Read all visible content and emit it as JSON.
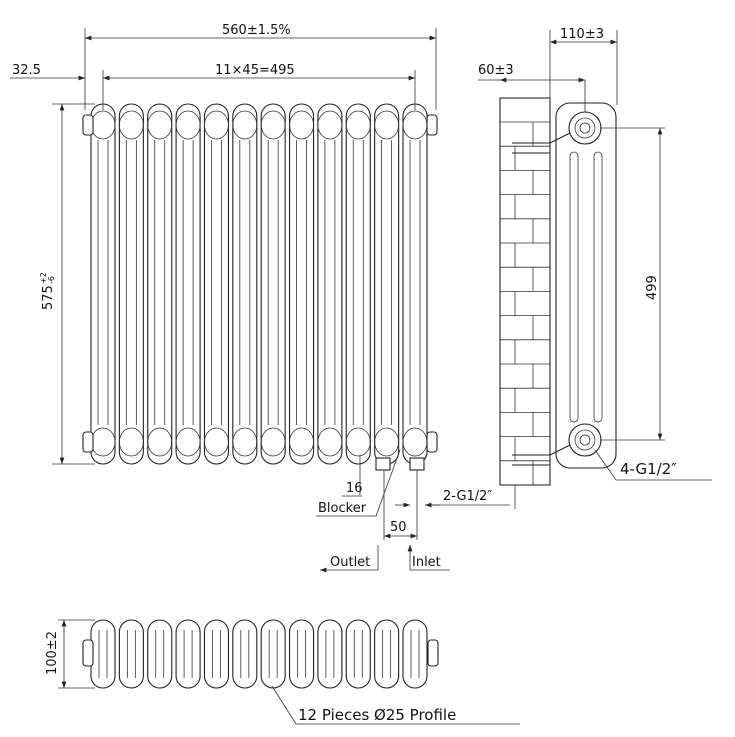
{
  "front_view": {
    "overall_width": "560±1.5%",
    "section_pitch": "11×45=495",
    "end_offset": "32.5",
    "height": "575",
    "height_tol_plus": "+2",
    "height_tol_minus": "-6",
    "columns": 12,
    "blocker_offset": "16",
    "blocker_label": "Blocker",
    "connection_label": "2-G1/2″",
    "connection_spacing": "50",
    "outlet_label": "Outlet",
    "inlet_label": "Inlet"
  },
  "side_view": {
    "depth": "110±3",
    "wall_offset": "60±3",
    "centres": "499",
    "tappings_label": "4-G1/2″"
  },
  "top_view": {
    "depth": "100±2",
    "profile_label": "12 Pieces Ø25 Profile"
  }
}
